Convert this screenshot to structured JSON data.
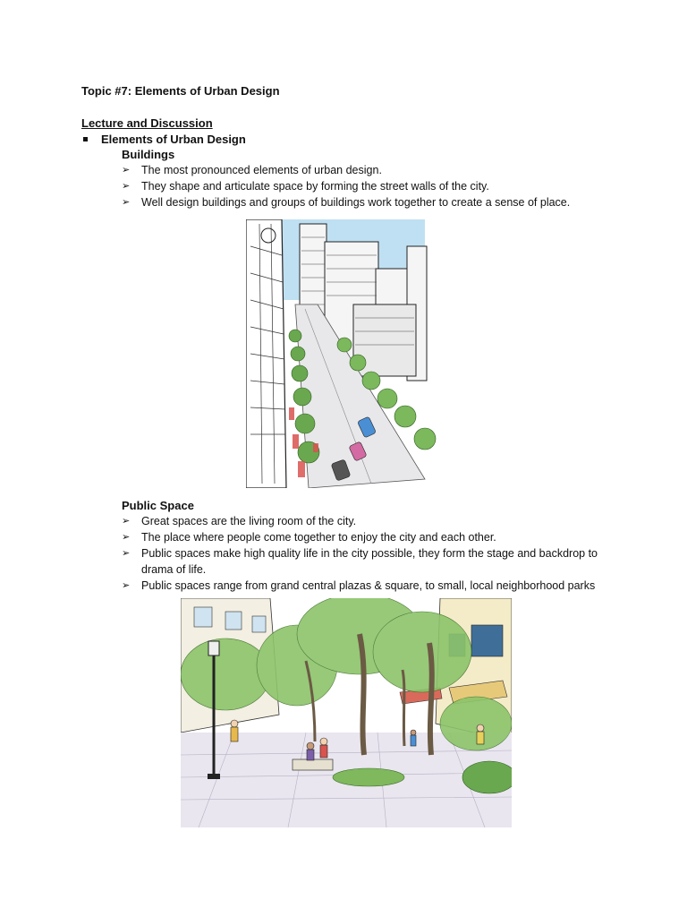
{
  "document": {
    "title": "Topic #7: Elements of Urban Design",
    "section_heading": "Lecture and Discussion",
    "topic_bullet": "Elements of Urban Design",
    "buildings": {
      "heading": "Buildings",
      "bullets": [
        "The most pronounced elements of urban design.",
        "They shape and articulate space by forming the street walls of the city.",
        "Well design buildings and groups of buildings work together to create a sense of place."
      ]
    },
    "public_space": {
      "heading": "Public Space",
      "bullets": [
        "Great spaces are the living room of the city.",
        "The place where people come together to enjoy the city and each other.",
        "Public spaces make high quality life in the city possible, they form the stage and backdrop to drama of life.",
        "Public spaces range from grand central plazas & square, to small, local neighborhood parks"
      ]
    },
    "bullet_glyph": "➢",
    "colors": {
      "sky": "#8ec9e8",
      "foliage": "#6aa84f",
      "accent_red": "#d9534f",
      "ink": "#222222"
    }
  }
}
